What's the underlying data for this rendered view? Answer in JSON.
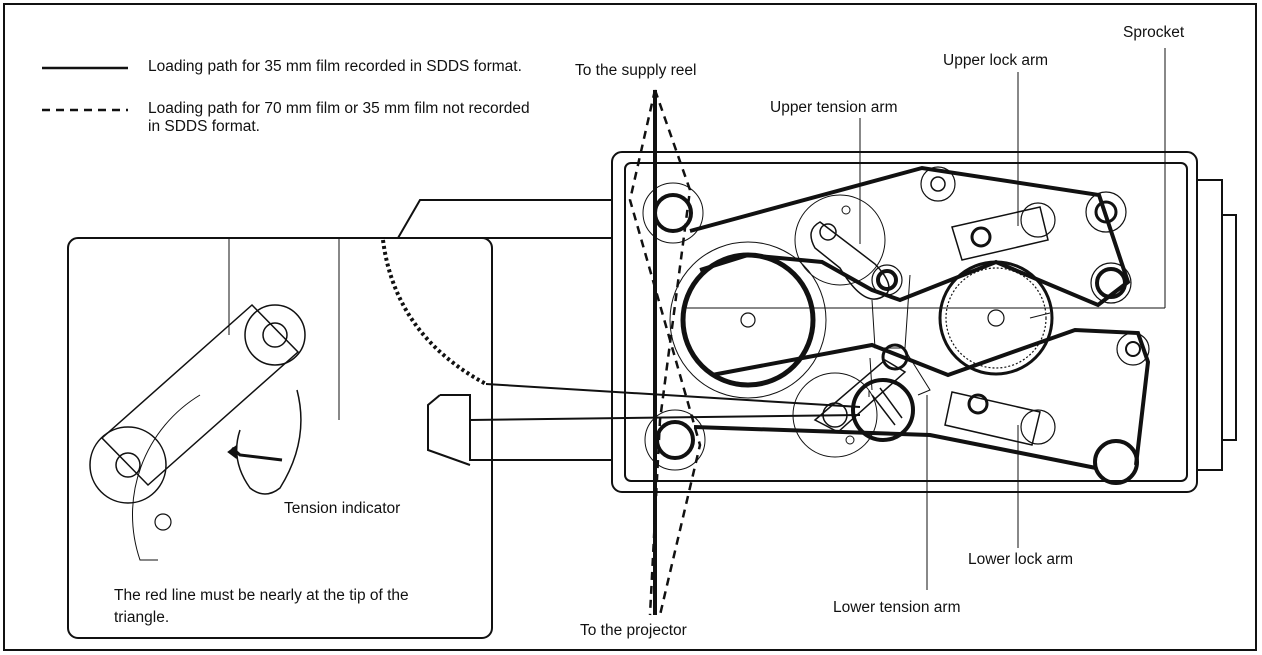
{
  "legend": {
    "solid_text": "Loading path for 35 mm film recorded in SDDS format.",
    "dashed_text": "Loading path for 70 mm film or 35 mm film not recorded in SDDS format."
  },
  "labels": {
    "supply_reel": "To the supply reel",
    "projector": "To the projector",
    "sprocket": "Sprocket",
    "upper_lock_arm": "Upper lock arm",
    "upper_tension_arm": "Upper tension arm",
    "lower_lock_arm": "Lower lock arm",
    "lower_tension_arm": "Lower tension arm",
    "tension_indicator": "Tension indicator"
  },
  "inset": {
    "note": "The red line must be nearly at the tip of the triangle."
  }
}
